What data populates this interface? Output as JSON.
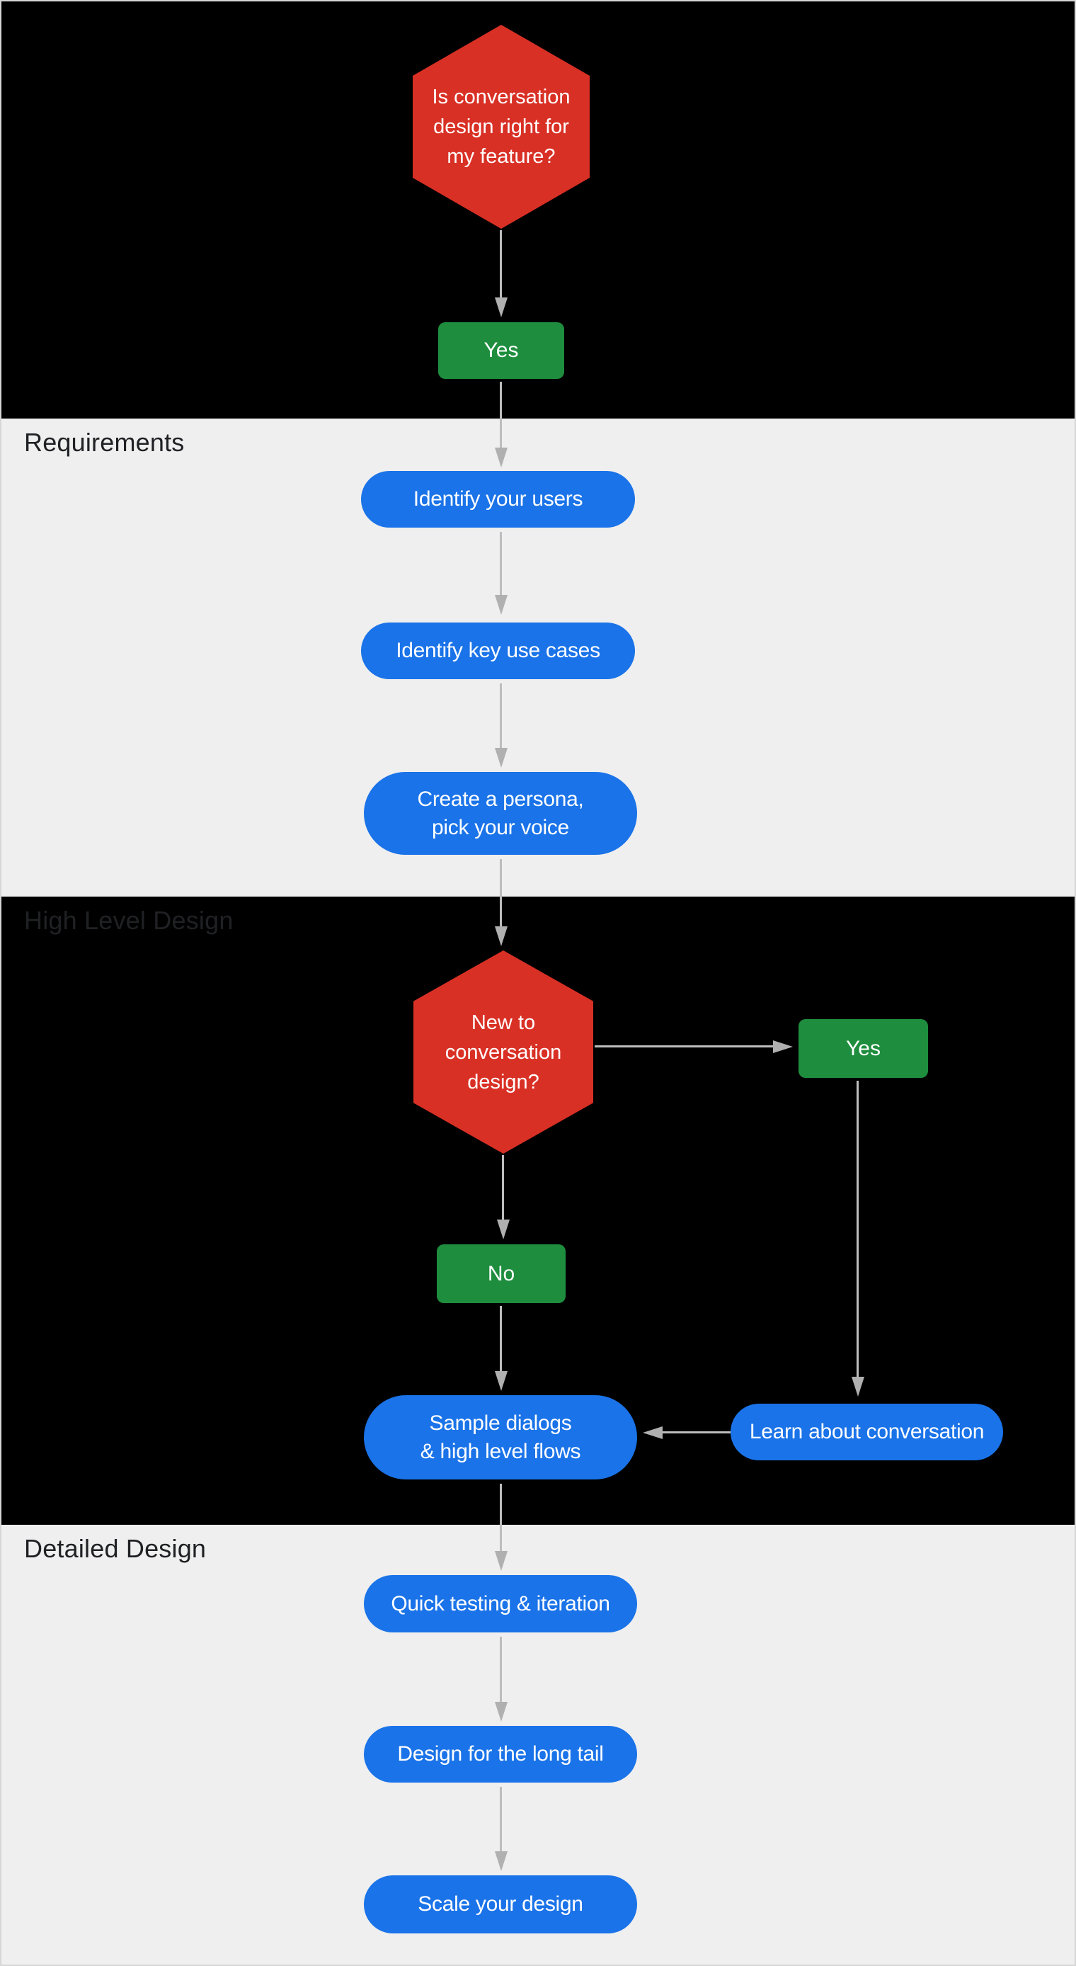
{
  "diagram": {
    "type": "flowchart",
    "palette": {
      "decision_hexagon_red": "#d93025",
      "action_pill_blue": "#1a73e8",
      "answer_button_green": "#1e8e3e",
      "section_dark_background": "#000000",
      "section_light_background": "#efefef",
      "section_label_gray": "#202124",
      "arrow_gray": "#bdbdbd",
      "node_text_white": "#ffffff"
    }
  },
  "sections": {
    "requirements": {
      "label": "Requirements"
    },
    "high_level_design": {
      "label": "High Level Design"
    },
    "detailed_design": {
      "label": "Detailed Design"
    }
  },
  "flow": {
    "intro": {
      "decision": "Is conversation\ndesign right for\nmy feature?",
      "answer_yes": "Yes"
    },
    "requirements": {
      "identify_users": "Identify your users",
      "identify_key_use_cases": "Identify key use cases",
      "create_persona": "Create a persona,\npick your voice"
    },
    "high_level_design": {
      "decision": "New to\nconversation\ndesign?",
      "answer_yes": "Yes",
      "answer_no": "No",
      "sample_dialogs": "Sample dialogs\n& high level flows",
      "learn_about_conversation": "Learn about conversation"
    },
    "detailed_design": {
      "quick_testing": "Quick testing & iteration",
      "design_long_tail": "Design for the long tail",
      "scale_design": "Scale your design"
    }
  }
}
